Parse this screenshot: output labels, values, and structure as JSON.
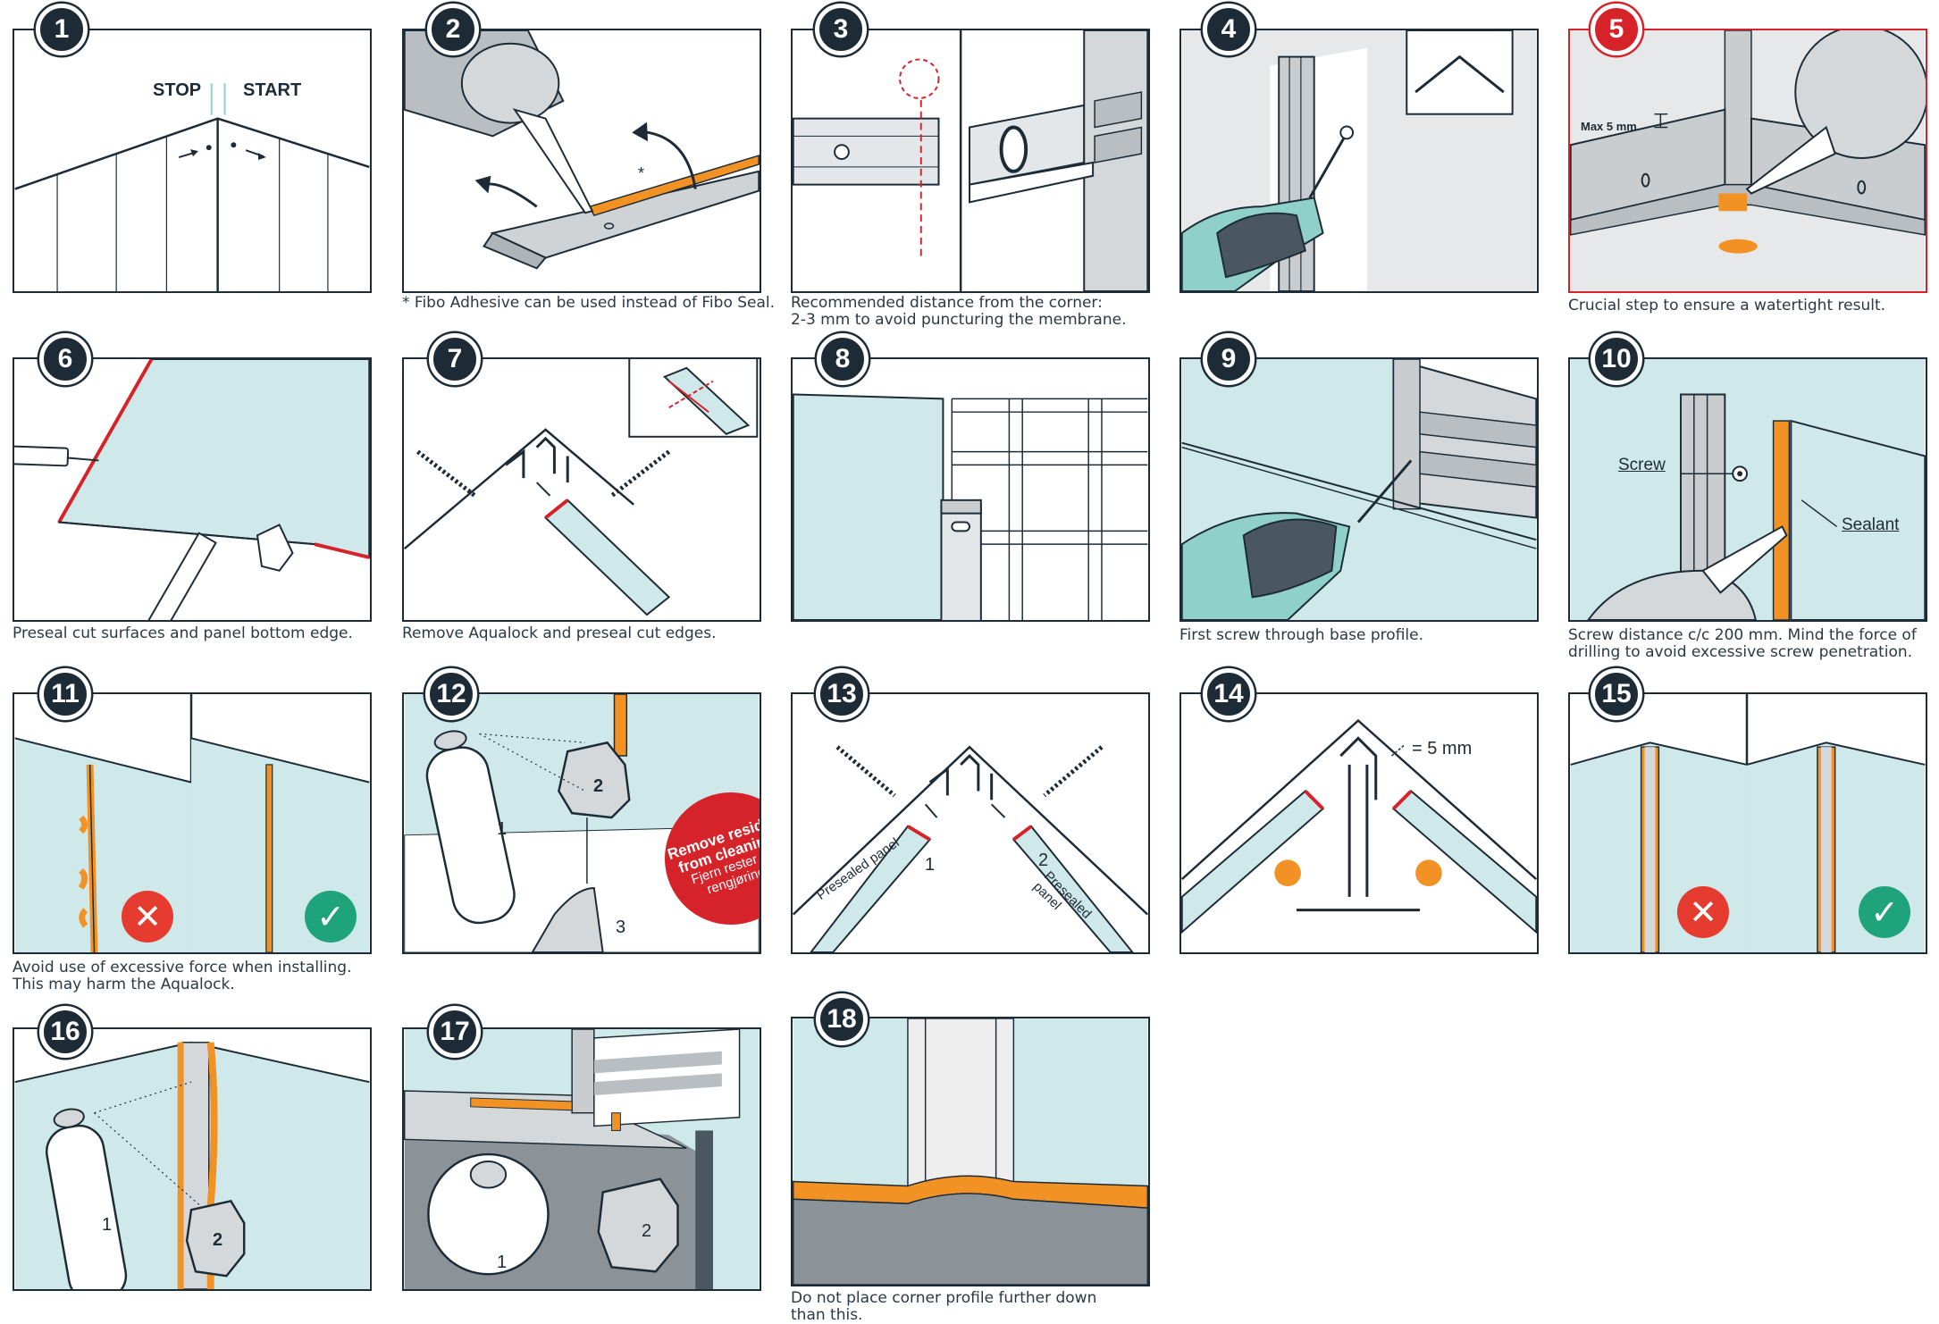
{
  "colors": {
    "panel": "#cfe9ea",
    "orange": "#f29225",
    "outline": "#1c2b36",
    "red": "#d6232a",
    "gray": "#b9bec2",
    "darkgray": "#8c9398"
  },
  "steps": [
    {
      "n": "1",
      "caption": ""
    },
    {
      "n": "2",
      "caption": "* Fibo Adhesive can be used instead of Fibo Seal."
    },
    {
      "n": "3",
      "caption": "Recommended distance from the corner:\n2-3 mm to avoid puncturing the membrane."
    },
    {
      "n": "4",
      "caption": ""
    },
    {
      "n": "5",
      "caption": "Crucial step to ensure a watertight result."
    },
    {
      "n": "6",
      "caption": "Preseal cut surfaces and panel bottom edge."
    },
    {
      "n": "7",
      "caption": "Remove Aqualock and preseal cut edges."
    },
    {
      "n": "8",
      "caption": ""
    },
    {
      "n": "9",
      "caption": "First screw through base profile."
    },
    {
      "n": "10",
      "caption": "Screw distance c/c 200 mm. Mind the force of\ndrilling to avoid excessive screw penetration."
    },
    {
      "n": "11",
      "caption": "Avoid use of excessive force when installing.\nThis may harm the Aqualock."
    },
    {
      "n": "12",
      "caption": ""
    },
    {
      "n": "13",
      "caption": ""
    },
    {
      "n": "14",
      "caption": ""
    },
    {
      "n": "15",
      "caption": ""
    },
    {
      "n": "16",
      "caption": ""
    },
    {
      "n": "17",
      "caption": ""
    },
    {
      "n": "18",
      "caption": "Do not place corner profile further down\nthan this."
    }
  ],
  "labels": {
    "stop": "STOP",
    "start": "START",
    "asterisk": "*",
    "max5": "Max 5 mm",
    "screw": "Screw",
    "sealant": "Sealant",
    "presealed1": "Presealed panel",
    "presealed2": "Presealed panel",
    "num1": "1",
    "num2": "2",
    "num3": "3",
    "eq5": "= 5 mm",
    "remove1": "Remove residue",
    "remove2": "from cleaning!",
    "remove3": "Fjern rester fra",
    "remove4": "rengjøring!"
  },
  "icons": {
    "wrong": "x-icon",
    "right": "check-icon"
  }
}
